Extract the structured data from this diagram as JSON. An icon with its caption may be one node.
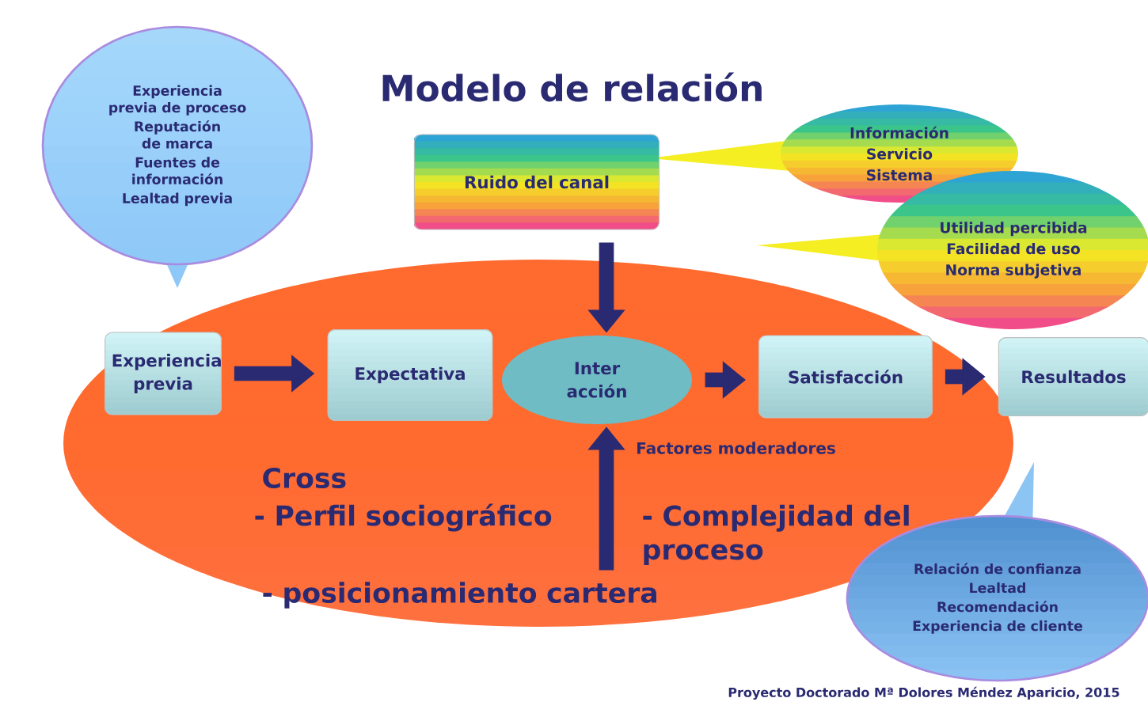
{
  "diagram": {
    "title": "Modelo de relación",
    "nodes": [
      {
        "text": [
          "Cross",
          "- Perfil sociográfico",
          "- Complejidad del proceso",
          "- posicionamiento cartera"
        ]
      },
      {
        "text": [
          "Experiencia previa de proceso",
          "Reputación de marca",
          "Fuentes de información",
          "Lealtad previa"
        ]
      },
      {
        "text": [
          "Ruido del canal"
        ]
      },
      {
        "text": [
          "Información",
          "Servicio",
          "Sistema"
        ]
      },
      {
        "text": [
          "Utilidad percibida",
          "Facilidad de uso",
          "Norma subjetiva"
        ]
      },
      {
        "text": [
          "Experiencia previa"
        ],
        "in": 0
      },
      {
        "text": [
          "Expectativa"
        ],
        "in": 0
      },
      {
        "text": [
          "Inter acción"
        ],
        "in": 0
      },
      {
        "text": [
          "Satisfacción"
        ],
        "in": 0
      },
      {
        "text": [
          "Resultados"
        ]
      },
      {
        "text": [
          "Relación de confianza",
          "Lealtad",
          "Recomendación",
          "Experiencia de cliente"
        ]
      }
    ],
    "edges": [
      {
        "from": 5,
        "to": 6,
        "arrow": "to"
      },
      {
        "from": 7,
        "to": 8,
        "arrow": "to"
      },
      {
        "from": 8,
        "to": 9,
        "arrow": "to"
      },
      {
        "from": 2,
        "to": 7,
        "arrow": "to"
      },
      {
        "from": 0,
        "to": 7,
        "arrow": "to",
        "label": "Factores moderadores"
      }
    ],
    "labels": [
      "Proyecto Doctorado Mª Dolores Méndez Aparicio, 2015"
    ]
  }
}
